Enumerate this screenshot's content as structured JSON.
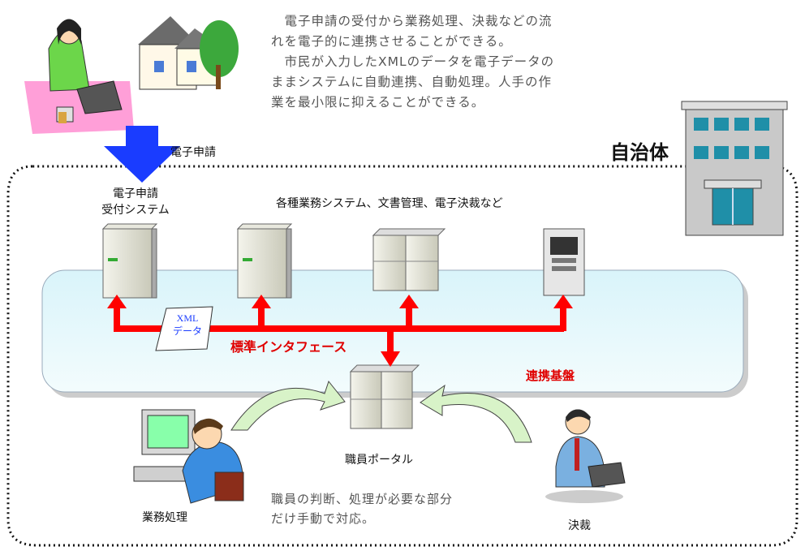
{
  "header": {
    "description": [
      "　電子申請の受付から業務処理、決裁などの流",
      "れを電子的に連携させることができる。",
      "　市民が入力したXMLのデータを電子データの",
      "ままシステムに自動連携、自動処理。人手の作",
      "業を最小限に抑えることができる。"
    ]
  },
  "labels": {
    "e_application": "電子申請",
    "municipality": "自治体",
    "reception_line1": "電子申請",
    "reception_line2": "受付システム",
    "various_systems": "各種業務システム、文書管理、電子決裁など",
    "xml_line1": "XML",
    "xml_line2": "データ",
    "standard_interface": "標準インタフェース",
    "cooperation_base": "連携基盤",
    "staff_portal": "職員ポータル",
    "business_processing": "業務処理",
    "approval": "決裁",
    "manual_note_line1": "職員の判断、処理が必要な部分",
    "manual_note_line2": "だけ手動で対応。"
  },
  "colors": {
    "arrow_blue": "#1a3cff",
    "interface_red": "#ff0000",
    "platform_fill": "#e6f8fb",
    "building_teal": "#1f8fa8",
    "curve_arrow": "#d8f3c8"
  }
}
